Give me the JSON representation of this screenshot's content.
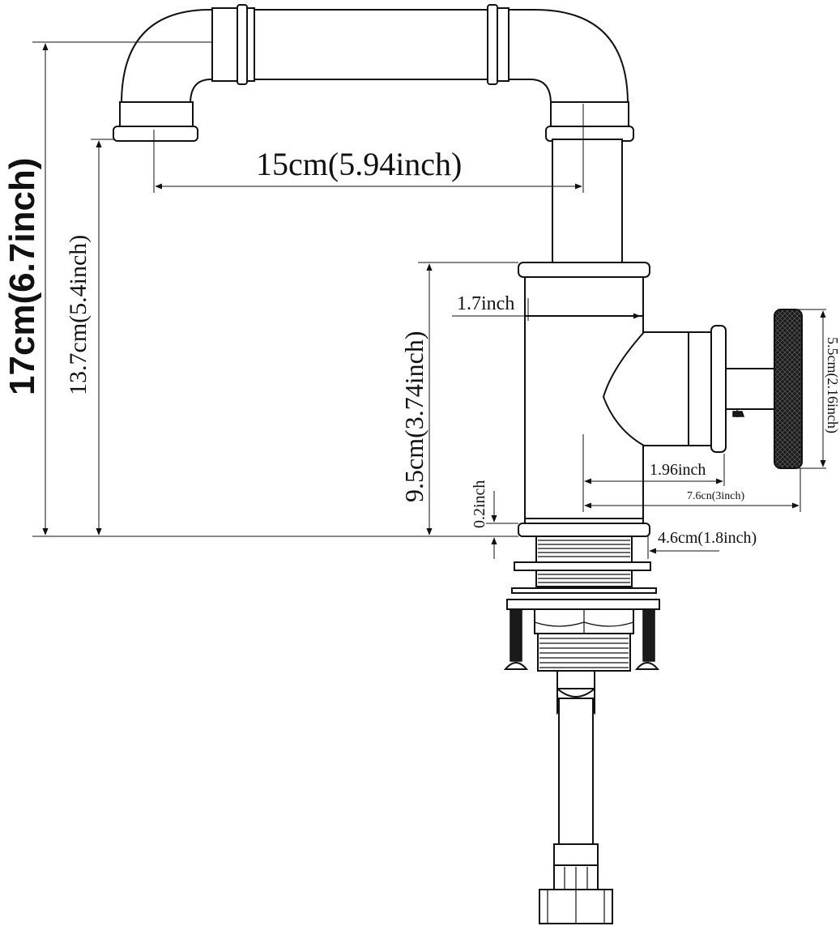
{
  "dimensions": {
    "total_height": "17cm(6.7inch)",
    "spout_height": "13.7cm(5.4inch)",
    "spout_reach": "15cm(5.94inch)",
    "body_height": "9.5cm(3.74inch)",
    "body_width": "1.7inch",
    "handle_height": "5.5cm(2.16inch)",
    "handle_offset": "1.96inch",
    "handle_span": "7.6cn(3inch)",
    "base_thickness": "0.2inch",
    "base_width": "4.6cm(1.8inch)"
  },
  "colors": {
    "line": "#111111",
    "handle_knurl": "#1a1a1a",
    "background": "#ffffff"
  }
}
